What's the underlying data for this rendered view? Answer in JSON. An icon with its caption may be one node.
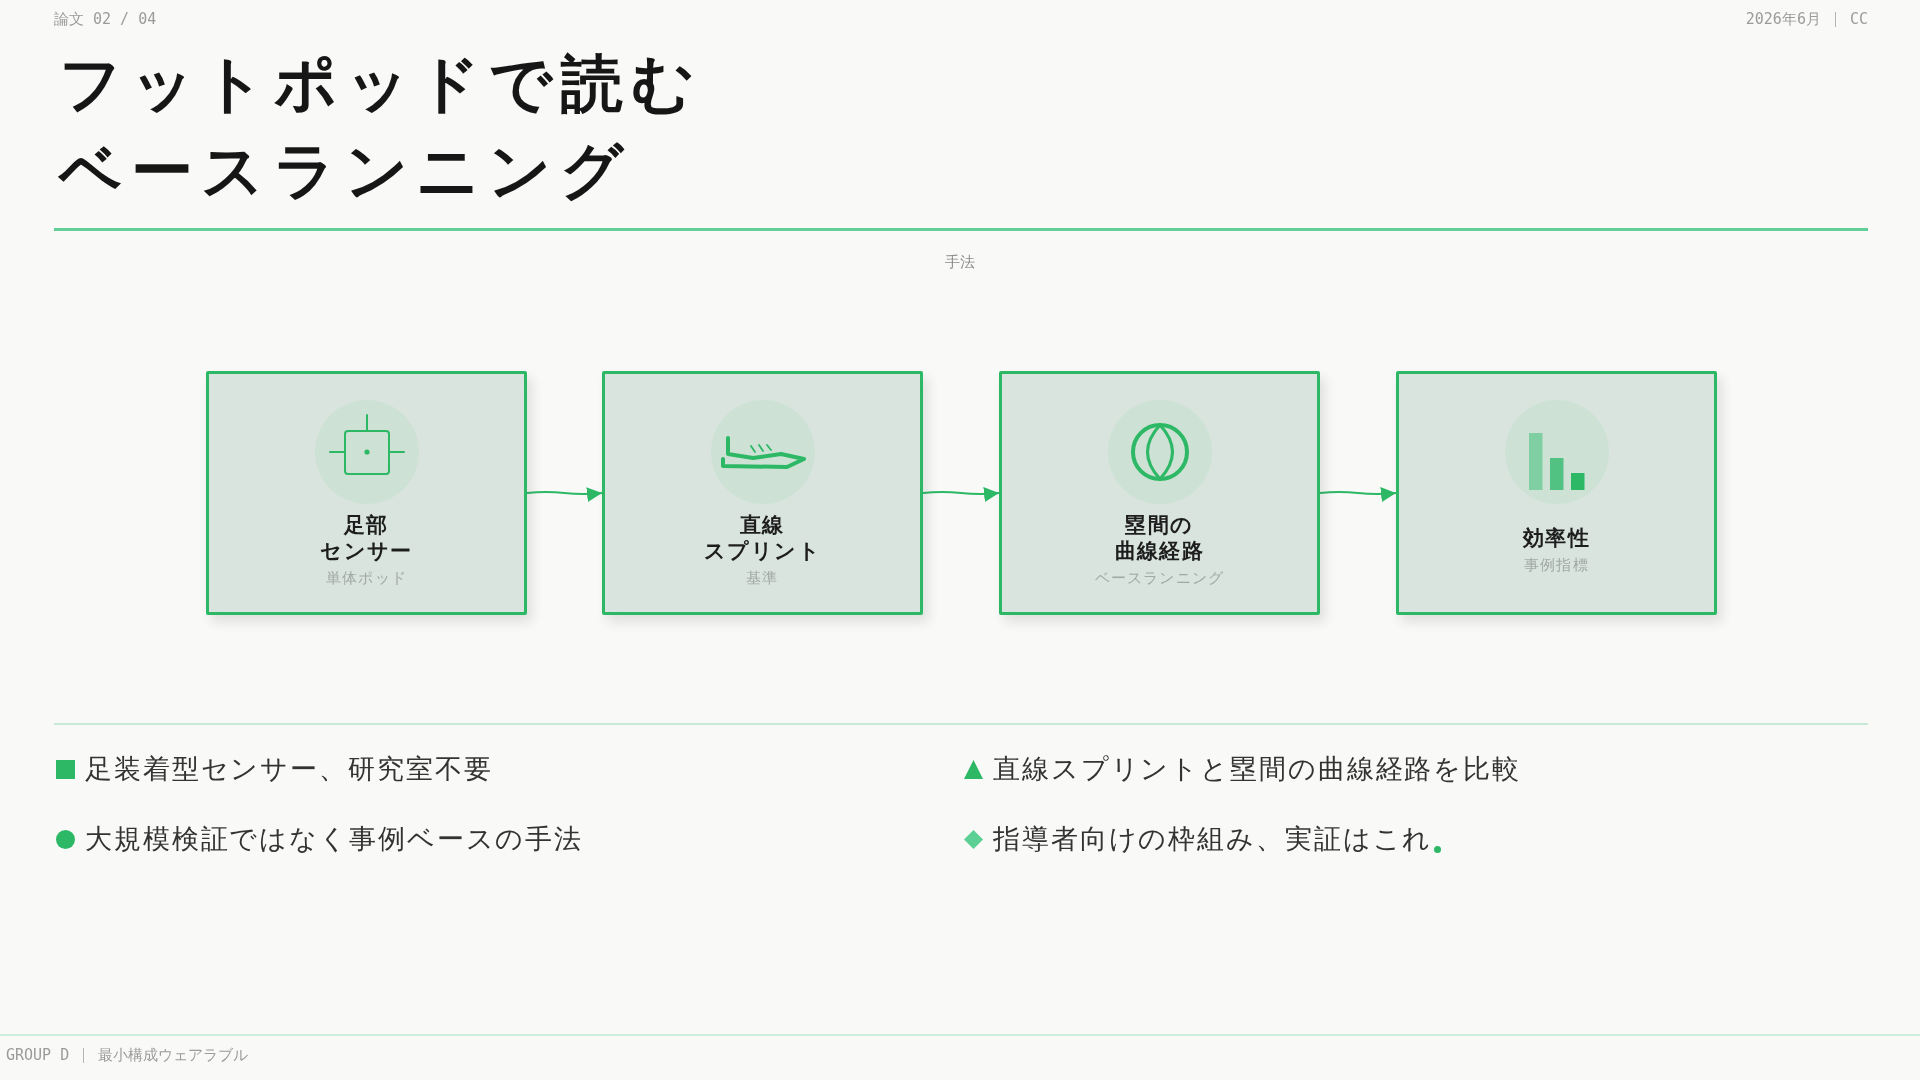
{
  "diagram": {
    "title": "フットポッドで読むベースランニング",
    "nodes": [
      {
        "text": [
          "足部センサー",
          "単体ポッド"
        ]
      },
      {
        "text": [
          "直線スプリント",
          "基準"
        ]
      },
      {
        "text": [
          "塁間の曲線経路",
          "ベースランニング"
        ]
      },
      {
        "text": [
          "効率性",
          "事例指標"
        ]
      }
    ],
    "edges": [
      {
        "from": 0,
        "to": 1,
        "arrow": "to"
      },
      {
        "from": 1,
        "to": 2,
        "arrow": "to"
      },
      {
        "from": 2,
        "to": 3,
        "arrow": "to"
      }
    ],
    "labels": [
      "論文 02 / 04",
      "2026年6月",
      "CC",
      "手法",
      "足装着型センサー、研究室不要",
      "直線スプリントと塁間の曲線経路を比較",
      "大規模検証ではなく事例ベースの手法",
      "指導者向けの枠組み、実証はこれ",
      "GROUP D",
      "最小構成ウェアラブル"
    ]
  }
}
